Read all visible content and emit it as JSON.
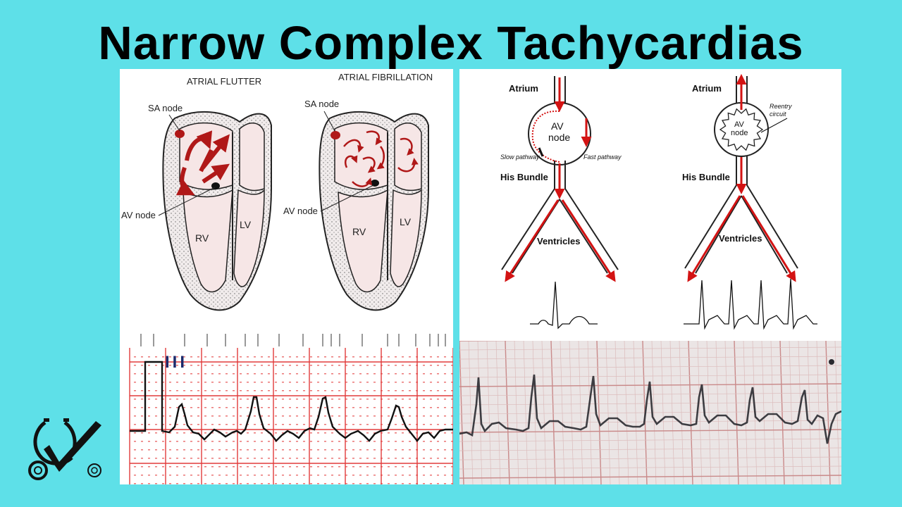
{
  "title": "Narrow Complex Tachycardias",
  "colors": {
    "background": "#5ee0e8",
    "accent_red": "#b01818",
    "arrow_red": "#d31313",
    "ecg_grid": "#e23b3b"
  },
  "heart_diagram": {
    "flutter_title": "ATRIAL FLUTTER",
    "fibrillation_title": "ATRIAL FIBRILLATION",
    "sa_node": "SA node",
    "av_node": "AV node",
    "rv": "RV",
    "lv": "LV"
  },
  "ecg_left": {
    "lead_label": "III"
  },
  "av_diagram": {
    "atrium": "Atrium",
    "av_node_line1": "AV",
    "av_node_line2": "node",
    "slow_pathway": "Slow pathway",
    "fast_pathway": "Fast pathway",
    "his_bundle": "His Bundle",
    "ventricles": "Ventricles",
    "reentry_line1": "Reentry",
    "reentry_line2": "circuit"
  },
  "logo": {
    "icon": "stethoscope-checkmark-icon"
  }
}
